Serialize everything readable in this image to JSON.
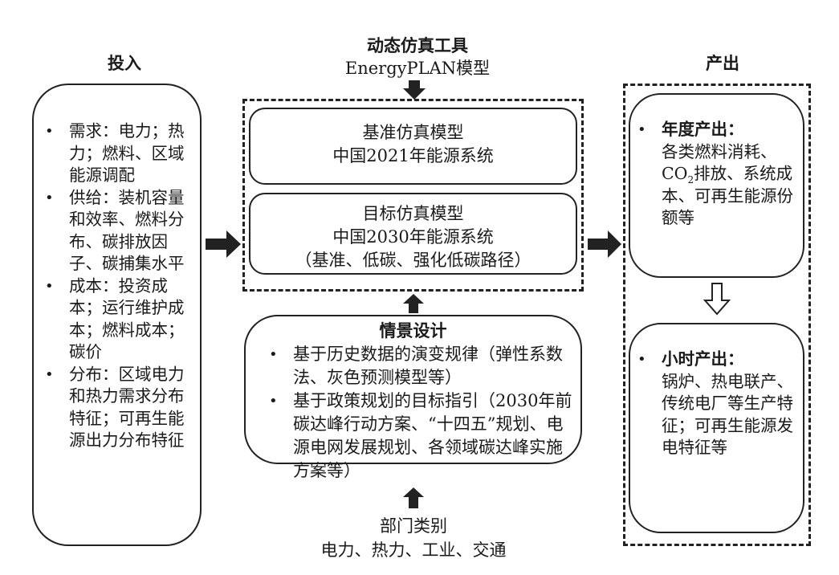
{
  "input": {
    "title": "投入",
    "items": [
      "需求：电力；热力；燃料、区域能源调配",
      "供给：装机容量和效率、燃料分布、碳排放因子、碳捕集水平",
      "成本：投资成本；运行维护成本；燃料成本；碳价",
      "分布：区域电力和热力需求分布特征；可再生能源出力分布特征"
    ]
  },
  "tool": {
    "title": "动态仿真工具",
    "subtitle": "EnergyPLAN模型"
  },
  "baseline_model": {
    "title": "基准仿真模型",
    "subtitle": "中国2021年能源系统"
  },
  "target_model": {
    "title": "目标仿真模型",
    "subtitle": "中国2030年能源系统",
    "paths": "（基准、低碳、强化低碳路径）"
  },
  "scenario": {
    "title": "情景设计",
    "items": [
      "基于历史数据的演变规律（弹性系数法、灰色预测模型等）",
      "基于政策规划的目标指引（2030年前碳达峰行动方案、“十四五”规划、电源电网发展规划、各领域碳达峰实施方案等）"
    ]
  },
  "sectors": {
    "title": "部门类别",
    "list": "电力、热力、工业、交通"
  },
  "output": {
    "title": "产出",
    "annual": {
      "label": "年度产出：",
      "text_pre": "各类燃料消耗、CO",
      "text_sub": "2",
      "text_post": "排放、系统成本、可再生能源份额等"
    },
    "hourly": {
      "label": "小时产出：",
      "text": "锅炉、热电联产、传统电厂等生产特征；可再生能源发电特征等"
    }
  }
}
